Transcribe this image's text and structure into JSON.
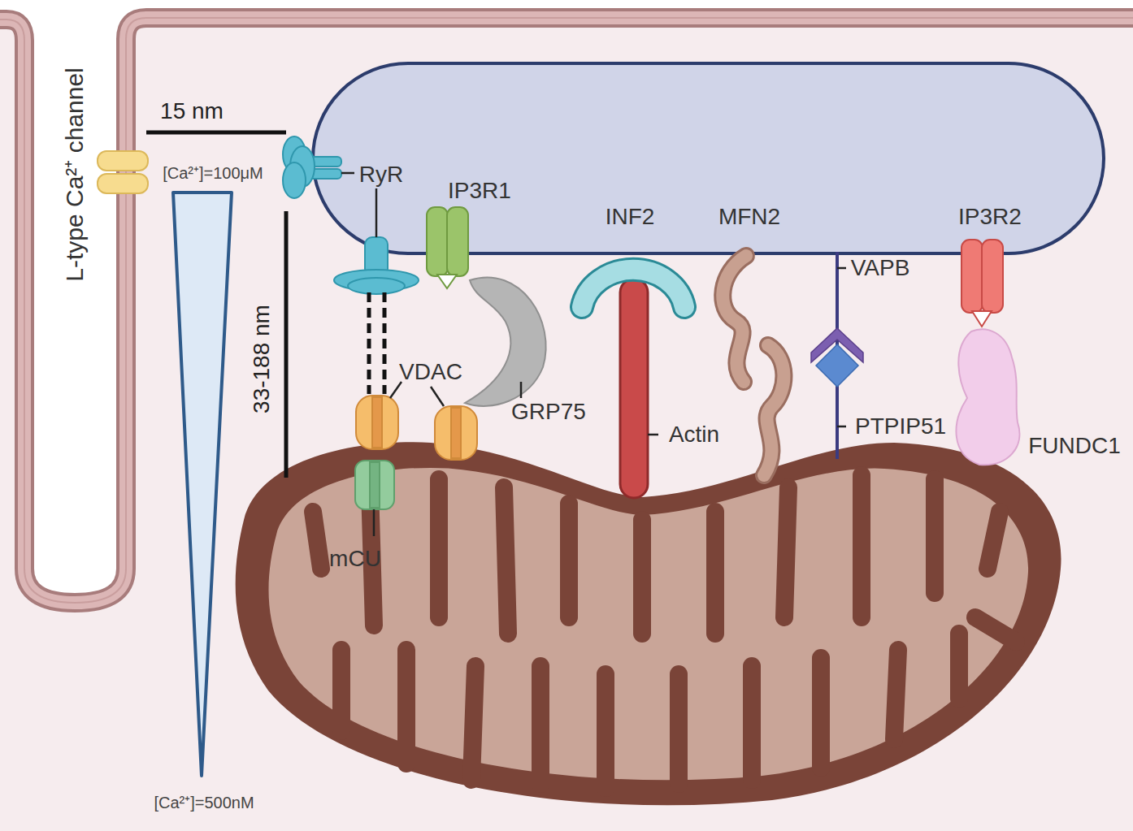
{
  "diagram": {
    "labels": [
      "L-type Ca²⁺ channel",
      "15 nm",
      "[Ca²⁺]=100μM",
      "RyR",
      "IP3R1",
      "INF2",
      "MFN2",
      "IP3R2",
      "VAPB",
      "33-188 nm",
      "VDAC",
      "GRP75",
      "Actin",
      "PTPIP51",
      "FUNDC1",
      "mCU",
      "[Ca²⁺]=500nM"
    ]
  }
}
